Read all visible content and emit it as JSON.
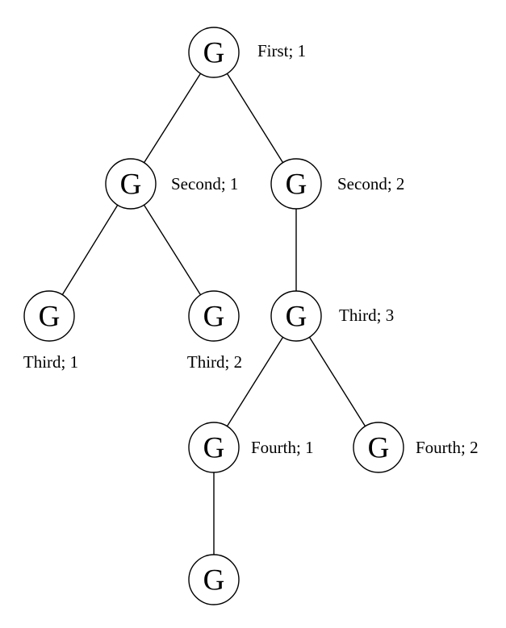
{
  "diagram": {
    "type": "tree",
    "nodes": [
      {
        "id": "root",
        "symbol": "G",
        "label": "First; 1"
      },
      {
        "id": "s1",
        "symbol": "G",
        "label": "Second; 1"
      },
      {
        "id": "s2",
        "symbol": "G",
        "label": "Second; 2"
      },
      {
        "id": "t1",
        "symbol": "G",
        "label": "Third; 1"
      },
      {
        "id": "t2",
        "symbol": "G",
        "label": "Third; 2"
      },
      {
        "id": "t3",
        "symbol": "G",
        "label": "Third; 3"
      },
      {
        "id": "f1",
        "symbol": "G",
        "label": "Fourth; 1"
      },
      {
        "id": "f2",
        "symbol": "G",
        "label": "Fourth; 2"
      },
      {
        "id": "leaf",
        "symbol": "G",
        "label": ""
      }
    ],
    "edges": [
      {
        "from": "root",
        "to": "s1"
      },
      {
        "from": "root",
        "to": "s2"
      },
      {
        "from": "s1",
        "to": "t1"
      },
      {
        "from": "s1",
        "to": "t2"
      },
      {
        "from": "s2",
        "to": "t3"
      },
      {
        "from": "t3",
        "to": "f1"
      },
      {
        "from": "t3",
        "to": "f2"
      },
      {
        "from": "f1",
        "to": "leaf"
      }
    ]
  }
}
